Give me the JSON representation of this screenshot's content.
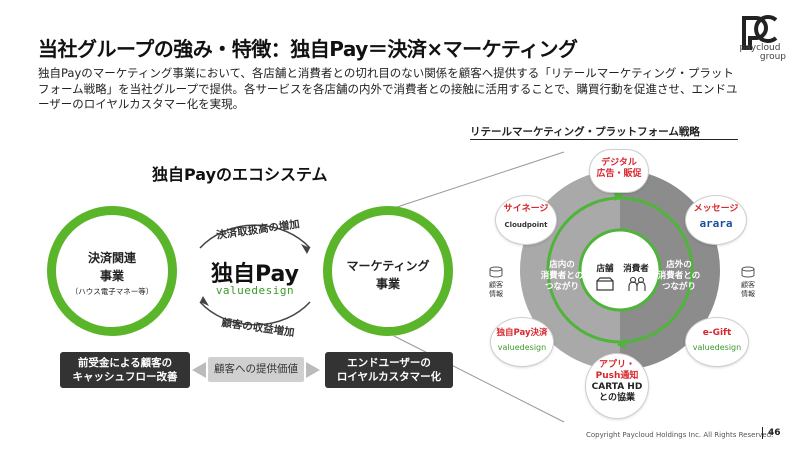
{
  "title": "当社グループの強み・特徴：独自Pay＝決済×マーケティング",
  "intro": "独自Payのマーケティング事業において、各店舗と消費者との切れ目のない関係を顧客へ提供する「リテールマーケティング・プラットフォーム戦略」を当社グループで提供。各サービスを各店舗の内外で消費者との接触に活用することで、購買行動を促進させ、エンドユーザーのロイヤルカスタマー化を実現。",
  "logo": {
    "line1": "paycloud",
    "line2": "group"
  },
  "ecosystem": {
    "title": "独自Payのエコシステム",
    "left_circle": {
      "line1": "決済関連",
      "line2": "事業",
      "sub": "（ハウス電子マネー等）"
    },
    "right_circle": {
      "line1": "マーケティング",
      "line2": "事業"
    },
    "center_name": "独自Pay",
    "center_brand": "valuedesign",
    "arc_top": "決済取扱高の増加",
    "arc_bottom": "顧客の収益増加",
    "box_left": {
      "line1": "前受金による顧客の",
      "line2": "キャッシュフロー改善"
    },
    "box_mid": "顧客への提供価値",
    "box_right": {
      "line1": "エンドユーザーの",
      "line2": "ロイヤルカスタマー化"
    }
  },
  "platform": {
    "title": "リテールマーケティング・プラットフォーム戦略",
    "nodes": {
      "top": {
        "line1": "デジタル",
        "line2": "広告・販促"
      },
      "signage": {
        "label": "サイネージ",
        "brand": "Cloudpoint"
      },
      "message": {
        "label": "メッセージ",
        "brand": "arara"
      },
      "pay": {
        "label": "独自Pay決済",
        "brand": "valuedesign"
      },
      "gift": {
        "label": "e-Gift",
        "brand": "valuedesign"
      },
      "app": {
        "line1": "アプリ・",
        "line2": "Push通知",
        "line3": "CARTA HD",
        "line4": "との協業"
      }
    },
    "inner_left": {
      "line1": "店内の",
      "line2": "消費者との",
      "line3": "つながり"
    },
    "inner_right": {
      "line1": "店外の",
      "line2": "消費者との",
      "line3": "つながり"
    },
    "hub_store": "店舗",
    "hub_consumer": "消費者",
    "side_left": {
      "line1": "顧客",
      "line2": "情報"
    },
    "side_right": {
      "line1": "顧客",
      "line2": "情報"
    }
  },
  "footer": {
    "copyright": "Copyright Paycloud Holdings Inc. All Rights Reserved.",
    "page": "46"
  },
  "colors": {
    "accent_green": "#5bb52b",
    "accent_red": "#d8262d",
    "dark": "#333333"
  }
}
